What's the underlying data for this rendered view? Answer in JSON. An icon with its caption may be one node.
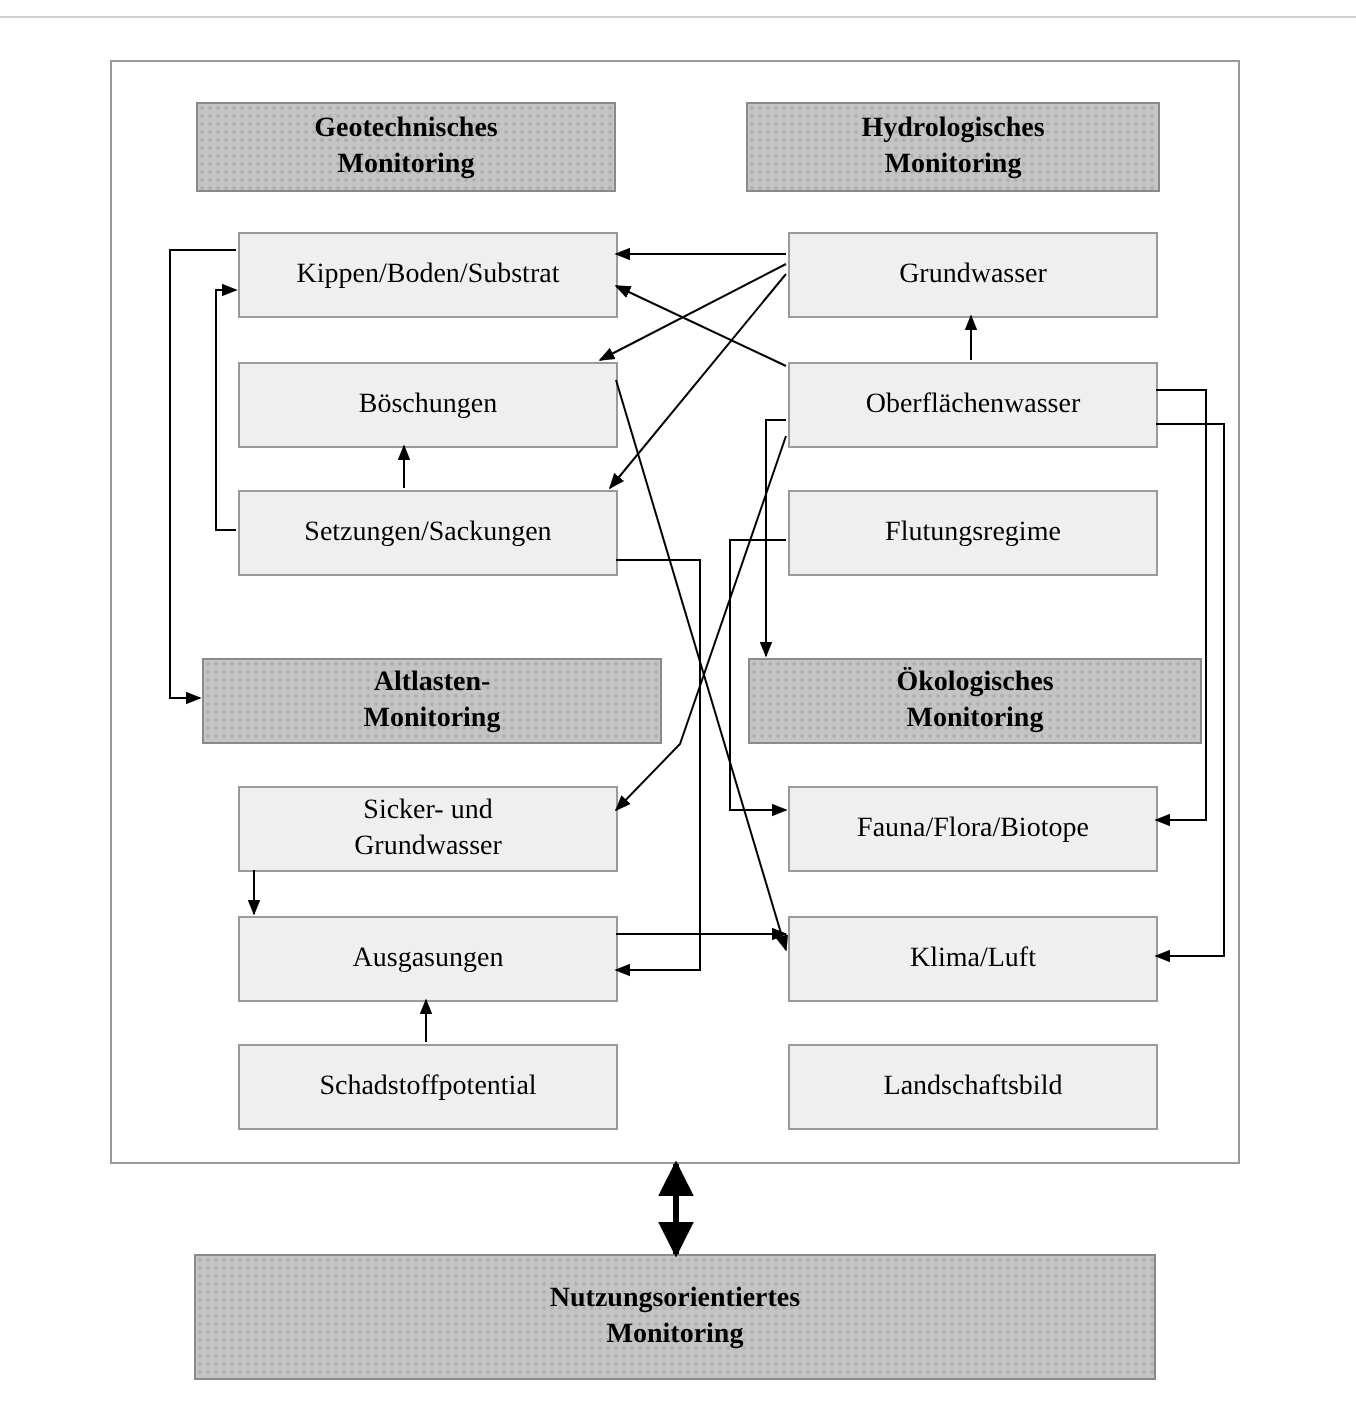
{
  "diagram": {
    "nodes": [
      {
        "text": [],
        "shape": "box"
      },
      {
        "text": [
          "Geotechnisches Monitoring"
        ],
        "in": 0
      },
      {
        "text": [
          "Hydrologisches Monitoring"
        ],
        "in": 0
      },
      {
        "text": [
          "Kippen/Boden/Substrat"
        ],
        "in": 0
      },
      {
        "text": [
          "Grundwasser"
        ],
        "in": 0
      },
      {
        "text": [
          "Böschungen"
        ],
        "in": 0
      },
      {
        "text": [
          "Oberflächenwasser"
        ],
        "in": 0
      },
      {
        "text": [
          "Setzungen/Sackungen"
        ],
        "in": 0
      },
      {
        "text": [
          "Flutungsregime"
        ],
        "in": 0
      },
      {
        "text": [
          "Altlasten-Monitoring"
        ],
        "in": 0
      },
      {
        "text": [
          "Ökologisches Monitoring"
        ],
        "in": 0
      },
      {
        "text": [
          "Sicker- und Grundwasser"
        ],
        "in": 0
      },
      {
        "text": [
          "Fauna/Flora/Biotope"
        ],
        "in": 0
      },
      {
        "text": [
          "Ausgasungen"
        ],
        "in": 0
      },
      {
        "text": [
          "Klima/Luft"
        ],
        "in": 0
      },
      {
        "text": [
          "Schadstoffpotential"
        ],
        "in": 0
      },
      {
        "text": [
          "Landschaftsbild"
        ],
        "in": 0
      },
      {
        "text": [
          "Nutzungsorientiertes Monitoring"
        ]
      }
    ],
    "edges": [
      {
        "from": 4,
        "to": 3,
        "arrow": "to"
      },
      {
        "from": 4,
        "to": 5,
        "arrow": "to"
      },
      {
        "from": 4,
        "to": 7,
        "arrow": "to"
      },
      {
        "from": 6,
        "to": 3,
        "arrow": "to"
      },
      {
        "from": 6,
        "to": 11,
        "arrow": "to"
      },
      {
        "from": 6,
        "to": 4,
        "arrow": "to"
      },
      {
        "from": 5,
        "to": 14,
        "arrow": "to"
      },
      {
        "from": 13,
        "to": 14,
        "arrow": "to"
      },
      {
        "from": 7,
        "to": 5,
        "arrow": "to"
      },
      {
        "from": 7,
        "to": 3,
        "arrow": "to"
      },
      {
        "from": 3,
        "to": 9,
        "arrow": "to"
      },
      {
        "from": 7,
        "to": 13,
        "arrow": "to"
      },
      {
        "from": 11,
        "to": 13,
        "arrow": "to"
      },
      {
        "from": 15,
        "to": 13,
        "arrow": "to"
      },
      {
        "from": 6,
        "to": 10,
        "arrow": "to"
      },
      {
        "from": 8,
        "to": 12,
        "arrow": "to"
      },
      {
        "from": 6,
        "to": 12,
        "arrow": "to"
      },
      {
        "from": 6,
        "to": 14,
        "arrow": "to"
      },
      {
        "from": 0,
        "to": 17,
        "arrow": "both",
        "style": "thick"
      }
    ]
  }
}
